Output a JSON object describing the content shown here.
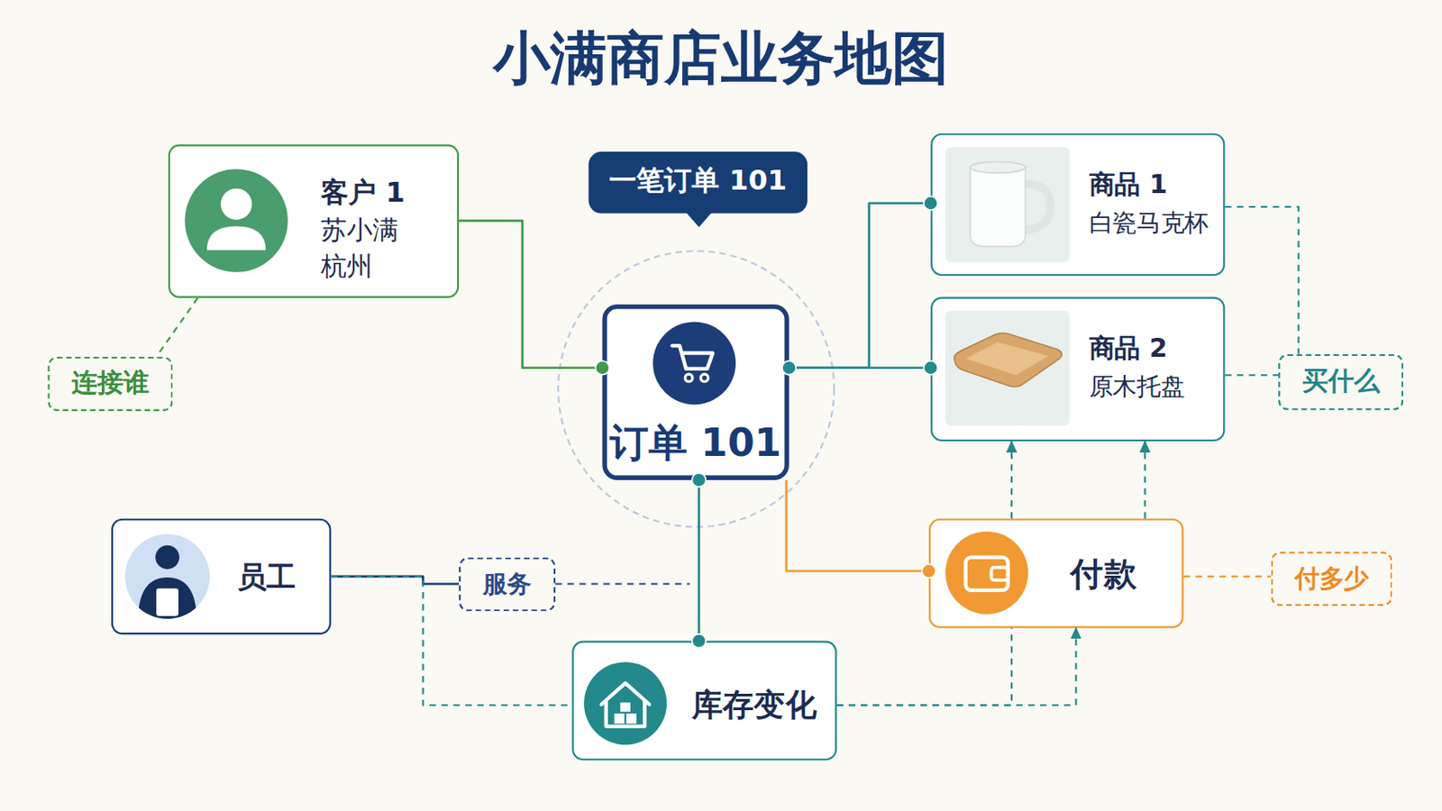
{
  "diagram": {
    "title": "小满商店业务地图",
    "nodes": [
      {
        "text": [
          "客户 1",
          "苏小满",
          "杭州"
        ]
      },
      {
        "text": [
          "一笔订单 101"
        ]
      },
      {
        "text": [
          "商品 1",
          "白瓷马克杯"
        ]
      },
      {
        "text": [
          "订单 101"
        ]
      },
      {
        "text": [
          "连接谁"
        ]
      },
      {
        "text": [
          "商品 2",
          "原木托盘"
        ]
      },
      {
        "text": [
          "买什么"
        ]
      },
      {
        "text": [
          "员工"
        ]
      },
      {
        "text": [
          "服务"
        ]
      },
      {
        "text": [
          "付款"
        ]
      },
      {
        "text": [
          "付多少"
        ]
      },
      {
        "text": [
          "库存变化"
        ]
      }
    ],
    "edges": [
      {
        "from": 0,
        "to": 3,
        "arrow": "none"
      },
      {
        "from": 3,
        "to": 2,
        "arrow": "none"
      },
      {
        "from": 3,
        "to": 5,
        "arrow": "none"
      },
      {
        "from": 0,
        "to": 4,
        "arrow": "none"
      },
      {
        "from": 2,
        "to": 6,
        "arrow": "none"
      },
      {
        "from": 5,
        "to": 6,
        "arrow": "none"
      },
      {
        "from": 3,
        "to": 11,
        "arrow": "none"
      },
      {
        "from": 3,
        "to": 9,
        "arrow": "none"
      },
      {
        "from": 9,
        "to": 10,
        "arrow": "none"
      },
      {
        "from": 9,
        "to": 5,
        "arrow": "to"
      },
      {
        "from": 9,
        "to": 5,
        "arrow": "to"
      },
      {
        "from": 11,
        "to": 9,
        "arrow": "to"
      },
      {
        "from": 11,
        "to": 9,
        "arrow": "none"
      },
      {
        "from": 7,
        "to": 8,
        "arrow": "none"
      },
      {
        "from": 7,
        "to": 11,
        "arrow": "none"
      }
    ]
  }
}
